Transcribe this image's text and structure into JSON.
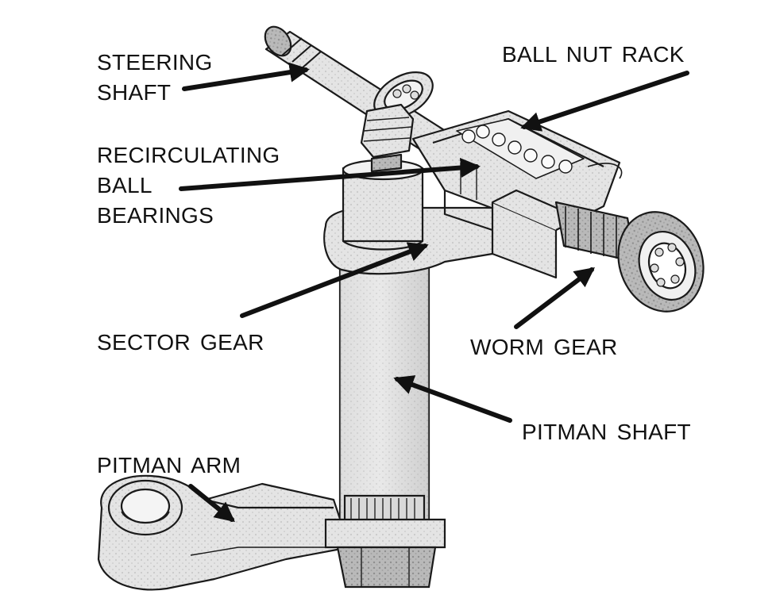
{
  "labels": {
    "steering_shaft": [
      "STEERING",
      "SHAFT"
    ],
    "ball_nut_rack": "BALL NUT RACK",
    "recirculating_ball_bearings": [
      "RECIRCULATING",
      "BALL",
      "BEARINGS"
    ],
    "sector_gear": "SECTOR GEAR",
    "worm_gear": "WORM GEAR",
    "pitman_shaft": "PITMAN SHAFT",
    "pitman_arm": "PITMAN ARM"
  },
  "colors": {
    "ink": "#111111",
    "metal_light": "#e2e2e2",
    "metal_mid": "#b8b8b8",
    "metal_dark": "#8a8a8a",
    "outline": "#1a1a1a"
  }
}
